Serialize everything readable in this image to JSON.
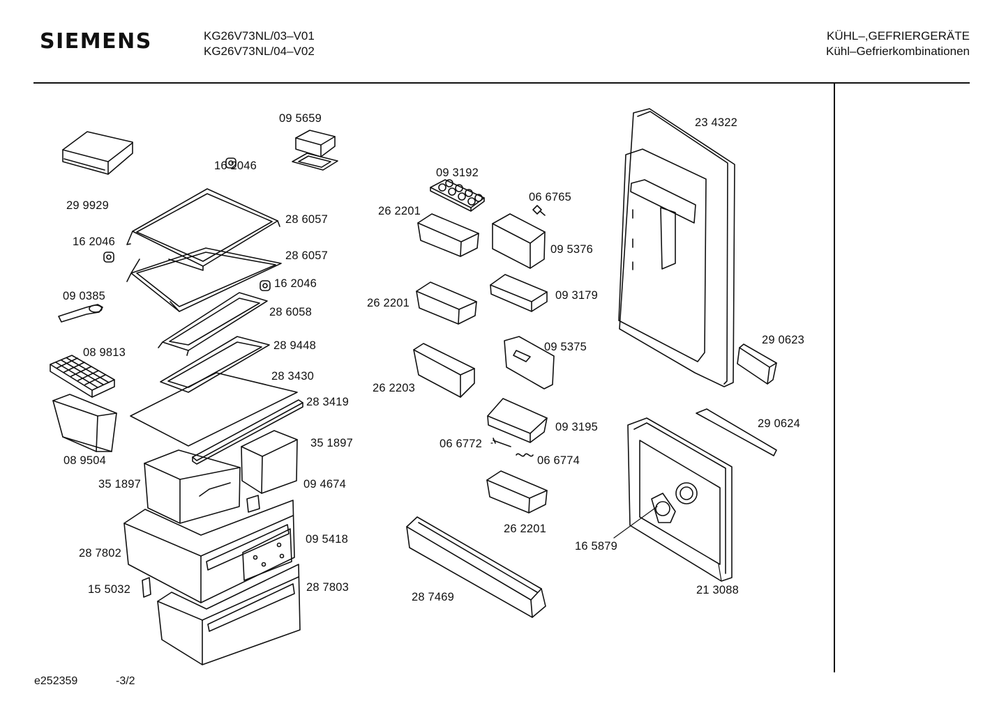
{
  "header": {
    "brand": "SIEMENS",
    "model_lines": [
      "KG26V73NL/03–V01",
      "KG26V73NL/04–V02"
    ],
    "category_lines": [
      "KÜHL–,GEFRIERGERÄTE",
      "Kühl–Gefrierkombinationen"
    ]
  },
  "footer": {
    "doc_id": "e252359",
    "page": "-3/2"
  },
  "parts": [
    {
      "id": "299929",
      "label": "29 9929",
      "icon": "butter-box-icon"
    },
    {
      "id": "095659",
      "label": "09 5659",
      "icon": "lamp-cover-icon"
    },
    {
      "id": "162046a",
      "label": "16 2046",
      "icon": "shelf-bumper-icon"
    },
    {
      "id": "286057a",
      "label": "28 6057",
      "icon": "glass-shelf-icon"
    },
    {
      "id": "162046b",
      "label": "16 2046",
      "icon": "shelf-bumper-icon"
    },
    {
      "id": "286057b",
      "label": "28 6057",
      "icon": "glass-shelf-icon"
    },
    {
      "id": "162046c",
      "label": "16 2046",
      "icon": "shelf-bumper-icon"
    },
    {
      "id": "090385",
      "label": "09 0385",
      "icon": "scraper-icon"
    },
    {
      "id": "286058",
      "label": "28 6058",
      "icon": "shelf-frame-icon"
    },
    {
      "id": "089813",
      "label": "08 9813",
      "icon": "ice-tray-icon"
    },
    {
      "id": "289448",
      "label": "28 9448",
      "icon": "shelf-frame-icon"
    },
    {
      "id": "283430",
      "label": "28 3430",
      "icon": "glass-plate-icon"
    },
    {
      "id": "283419",
      "label": "28 3419",
      "icon": "trim-strip-icon"
    },
    {
      "id": "089504",
      "label": "08 9504",
      "icon": "ice-box-icon"
    },
    {
      "id": "351897a",
      "label": "35 1897",
      "icon": "crisper-bin-icon"
    },
    {
      "id": "351897b",
      "label": "35 1897",
      "icon": "crisper-bin-icon"
    },
    {
      "id": "094674",
      "label": "09 4674",
      "icon": "clip-icon"
    },
    {
      "id": "095418",
      "label": "09 5418",
      "icon": "bracket-icon"
    },
    {
      "id": "287802",
      "label": "28 7802",
      "icon": "freezer-drawer-icon"
    },
    {
      "id": "155032",
      "label": "15 5032",
      "icon": "clip-icon"
    },
    {
      "id": "287803",
      "label": "28 7803",
      "icon": "freezer-drawer-icon"
    },
    {
      "id": "093192",
      "label": "09 3192",
      "icon": "egg-tray-icon"
    },
    {
      "id": "066765",
      "label": "06 6765",
      "icon": "screw-icon"
    },
    {
      "id": "262201a",
      "label": "26 2201",
      "icon": "door-bin-icon"
    },
    {
      "id": "095376",
      "label": "09 5376",
      "icon": "butter-compartment-icon"
    },
    {
      "id": "262201b",
      "label": "26 2201",
      "icon": "door-bin-icon"
    },
    {
      "id": "093179",
      "label": "09 3179",
      "icon": "door-tray-icon"
    },
    {
      "id": "095375",
      "label": "09 5375",
      "icon": "flap-icon"
    },
    {
      "id": "262203",
      "label": "26 2203",
      "icon": "door-bin-icon"
    },
    {
      "id": "093195",
      "label": "09 3195",
      "icon": "door-tray-icon"
    },
    {
      "id": "066772",
      "label": "06 6772",
      "icon": "pin-icon"
    },
    {
      "id": "066774",
      "label": "06 6774",
      "icon": "spring-icon"
    },
    {
      "id": "262201c",
      "label": "26 2201",
      "icon": "door-bin-icon"
    },
    {
      "id": "287469",
      "label": "28 7469",
      "icon": "bottle-shelf-icon"
    },
    {
      "id": "234322",
      "label": "23 4322",
      "icon": "fridge-door-icon"
    },
    {
      "id": "290623",
      "label": "29 0623",
      "icon": "rail-icon"
    },
    {
      "id": "290624",
      "label": "29 0624",
      "icon": "rail-icon"
    },
    {
      "id": "165879",
      "label": "16 5879",
      "icon": "hinge-cap-icon"
    },
    {
      "id": "213088",
      "label": "21 3088",
      "icon": "freezer-door-icon"
    }
  ]
}
